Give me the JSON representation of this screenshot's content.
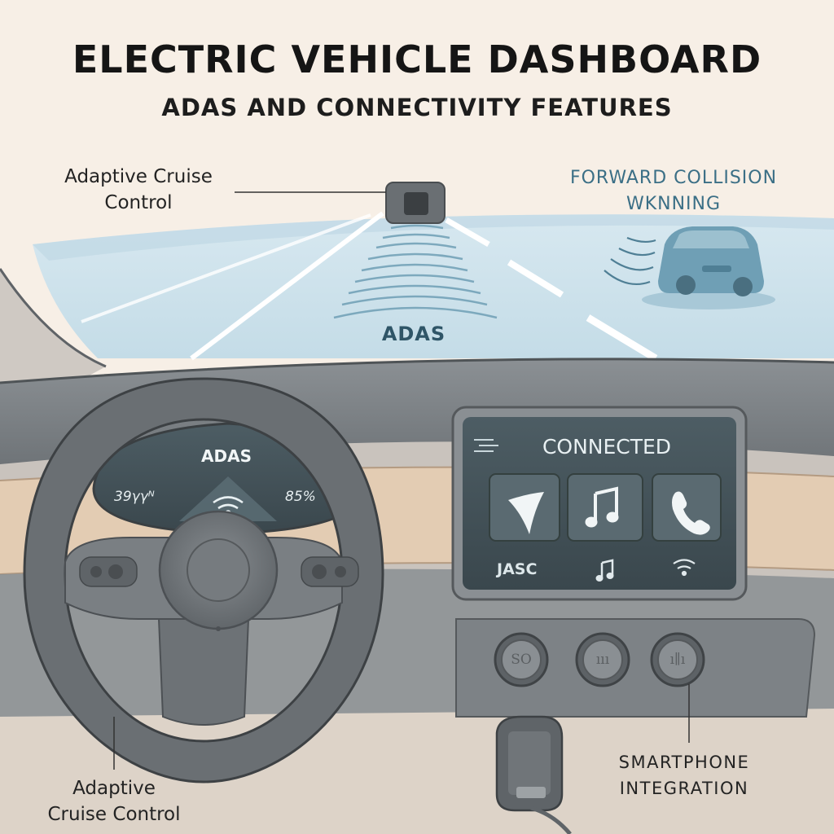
{
  "header": {
    "title": "ELECTRIC VEHICLE DASHBOARD",
    "subtitle": "ADAS AND CONNECTIVITY FEATURES"
  },
  "callouts": {
    "top_left": {
      "line1": "Adaptive Cruise",
      "line2": "Control"
    },
    "forward_collision": {
      "line1": "FORWARD COLLISION",
      "line2": "WKNNING"
    },
    "road_label": "ADAS",
    "bottom_left": {
      "line1": "Adaptive",
      "line2": "Cruise Control"
    },
    "smartphone": {
      "line1": "SMARTPHONE",
      "line2": "INTEGRATION"
    }
  },
  "instrument_cluster": {
    "title": "ADAS",
    "left_readout": "39γγᴺ",
    "right_readout": "85%",
    "center_icon": "wifi-icon"
  },
  "infotainment": {
    "title": "CONNECTED",
    "menu_icon": "hamburger-menu-icon",
    "tiles": [
      {
        "icon": "navigation-arrow-icon"
      },
      {
        "icon": "music-note-icon"
      },
      {
        "icon": "phone-icon"
      }
    ],
    "bottom_left_text": "JASC",
    "bottom_icons": [
      "music-note-icon",
      "wifi-icon"
    ]
  },
  "climate_knobs": [
    {
      "label": "SO"
    },
    {
      "label": "ııı"
    },
    {
      "label": "ı∥ı"
    }
  ],
  "colors": {
    "background": "#f7efe6",
    "sky_road": "#cfe3ec",
    "dashboard_gray": "#7d8286",
    "screen_dark": "#3d4a50",
    "accent_teal": "#3b6f86",
    "wood_trim": "#e3ccb3"
  }
}
